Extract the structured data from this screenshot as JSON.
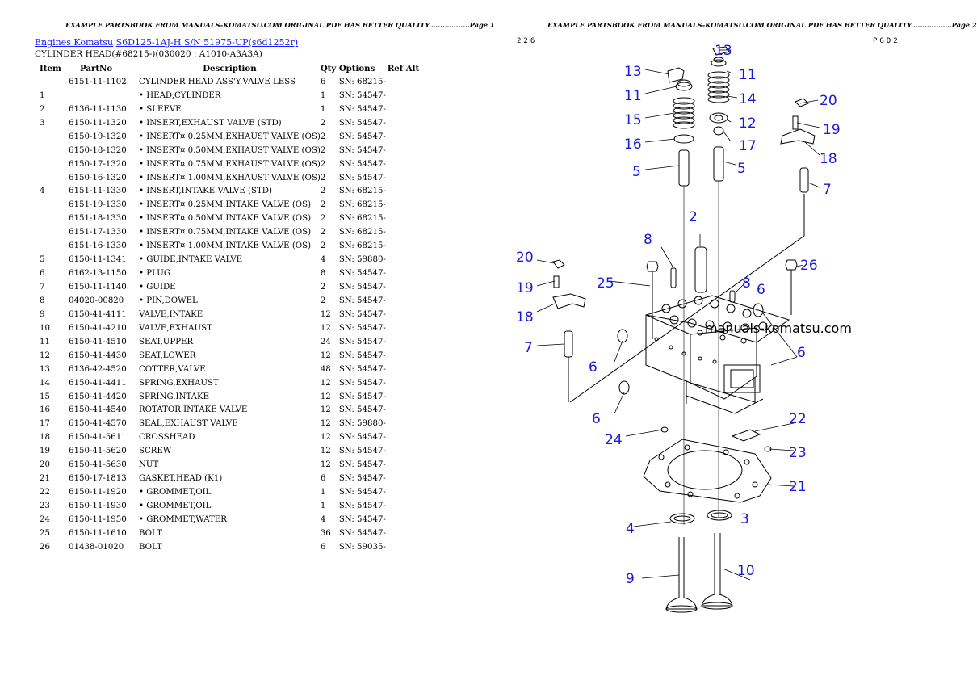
{
  "header_left": "EXAMPLE PARTSBOOK FROM MANUALS-KOMATSU.COM ORIGINAL PDF HAS BETTER QUALITY..................Page 1",
  "header_right": "EXAMPLE PARTSBOOK FROM MANUALS-KOMATSU.COM ORIGINAL PDF HAS BETTER QUALITY..................Page 2",
  "breadcrumb": {
    "link1": "Engines Komatsu",
    "link2": "S6D125-1AJ-H S/N 51975-UP(s6d1252r)"
  },
  "subtitle": "CYLINDER HEAD(#68215-)(030020 : A1010-A3A3A)",
  "table": {
    "headers": [
      "Item",
      "PartNo",
      "Description",
      "Qty",
      "Options",
      "Ref Alt"
    ],
    "rows": [
      [
        "",
        "6151-11-1102",
        "CYLINDER HEAD ASS'Y,VALVE LESS",
        "6",
        "SN: 68215-"
      ],
      [
        "1",
        "",
        "• HEAD,CYLINDER",
        "1",
        "SN: 54547-"
      ],
      [
        "2",
        "6136-11-1130",
        "• SLEEVE",
        "1",
        "SN: 54547-"
      ],
      [
        "3",
        "6150-11-1320",
        "• INSERT,EXHAUST VALVE (STD)",
        "2",
        "SN: 54547-"
      ],
      [
        "",
        "6150-19-1320",
        "• INSERT¤ 0.25MM,EXHAUST VALVE (OS)",
        "2",
        "SN: 54547-"
      ],
      [
        "",
        "6150-18-1320",
        "• INSERT¤ 0.50MM,EXHAUST VALVE (OS)",
        "2",
        "SN: 54547-"
      ],
      [
        "",
        "6150-17-1320",
        "• INSERT¤ 0.75MM,EXHAUST VALVE (OS)",
        "2",
        "SN: 54547-"
      ],
      [
        "",
        "6150-16-1320",
        "• INSERT¤ 1.00MM,EXHAUST VALVE (OS)",
        "2",
        "SN: 54547-"
      ],
      [
        "4",
        "6151-11-1330",
        "• INSERT,INTAKE VALVE (STD)",
        "2",
        "SN: 68215-"
      ],
      [
        "",
        "6151-19-1330",
        "• INSERT¤ 0.25MM,INTAKE VALVE (OS)",
        "2",
        "SN: 68215-"
      ],
      [
        "",
        "6151-18-1330",
        "• INSERT¤ 0.50MM,INTAKE VALVE (OS)",
        "2",
        "SN: 68215-"
      ],
      [
        "",
        "6151-17-1330",
        "• INSERT¤ 0.75MM,INTAKE VALVE (OS)",
        "2",
        "SN: 68215-"
      ],
      [
        "",
        "6151-16-1330",
        "• INSERT¤ 1.00MM,INTAKE VALVE (OS)",
        "2",
        "SN: 68215-"
      ],
      [
        "5",
        "6150-11-1341",
        "• GUIDE,INTAKE VALVE",
        "4",
        "SN: 59880-"
      ],
      [
        "6",
        "6162-13-1150",
        "• PLUG",
        "8",
        "SN: 54547-"
      ],
      [
        "7",
        "6150-11-1140",
        "• GUIDE",
        "2",
        "SN: 54547-"
      ],
      [
        "8",
        "04020-00820",
        "• PIN,DOWEL",
        "2",
        "SN: 54547-"
      ],
      [
        "9",
        "6150-41-4111",
        "VALVE,INTAKE",
        "12",
        "SN: 54547-"
      ],
      [
        "10",
        "6150-41-4210",
        "VALVE,EXHAUST",
        "12",
        "SN: 54547-"
      ],
      [
        "11",
        "6150-41-4510",
        "SEAT,UPPER",
        "24",
        "SN: 54547-"
      ],
      [
        "12",
        "6150-41-4430",
        "SEAT,LOWER",
        "12",
        "SN: 54547-"
      ],
      [
        "13",
        "6136-42-4520",
        "COTTER,VALVE",
        "48",
        "SN: 54547-"
      ],
      [
        "14",
        "6150-41-4411",
        "SPRING,EXHAUST",
        "12",
        "SN: 54547-"
      ],
      [
        "15",
        "6150-41-4420",
        "SPRING,INTAKE",
        "12",
        "SN: 54547-"
      ],
      [
        "16",
        "6150-41-4540",
        "ROTATOR,INTAKE VALVE",
        "12",
        "SN: 54547-"
      ],
      [
        "17",
        "6150-41-4570",
        "SEAL,EXHAUST VALVE",
        "12",
        "SN: 59880-"
      ],
      [
        "18",
        "6150-41-5611",
        "CROSSHEAD",
        "12",
        "SN: 54547-"
      ],
      [
        "19",
        "6150-41-5620",
        "SCREW",
        "12",
        "SN: 54547-"
      ],
      [
        "20",
        "6150-41-5630",
        "NUT",
        "12",
        "SN: 54547-"
      ],
      [
        "21",
        "6150-17-1813",
        "GASKET,HEAD (K1)",
        "6",
        "SN: 54547-"
      ],
      [
        "22",
        "6150-11-1920",
        "• GROMMET,OIL",
        "1",
        "SN: 54547-"
      ],
      [
        "23",
        "6150-11-1930",
        "• GROMMET,OIL",
        "1",
        "SN: 54547-"
      ],
      [
        "24",
        "6150-11-1950",
        "• GROMMET,WATER",
        "4",
        "SN: 54547-"
      ],
      [
        "25",
        "6150-11-1610",
        "BOLT",
        "36",
        "SN: 54547-"
      ],
      [
        "26",
        "01438-01020",
        "BOLT",
        "6",
        "SN: 59035-"
      ]
    ]
  },
  "diagram": {
    "code_left": "226",
    "code_right": "PGD2",
    "watermark": "manuals-komatsu.com",
    "callouts": [
      "13",
      "11",
      "15",
      "16",
      "5",
      "13",
      "11",
      "14",
      "12",
      "17",
      "5",
      "20",
      "19",
      "18",
      "7",
      "2",
      "8",
      "20",
      "19",
      "18",
      "7",
      "25",
      "8",
      "6",
      "26",
      "6",
      "6",
      "6",
      "24",
      "22",
      "23",
      "21",
      "4",
      "3",
      "9",
      "10"
    ]
  }
}
